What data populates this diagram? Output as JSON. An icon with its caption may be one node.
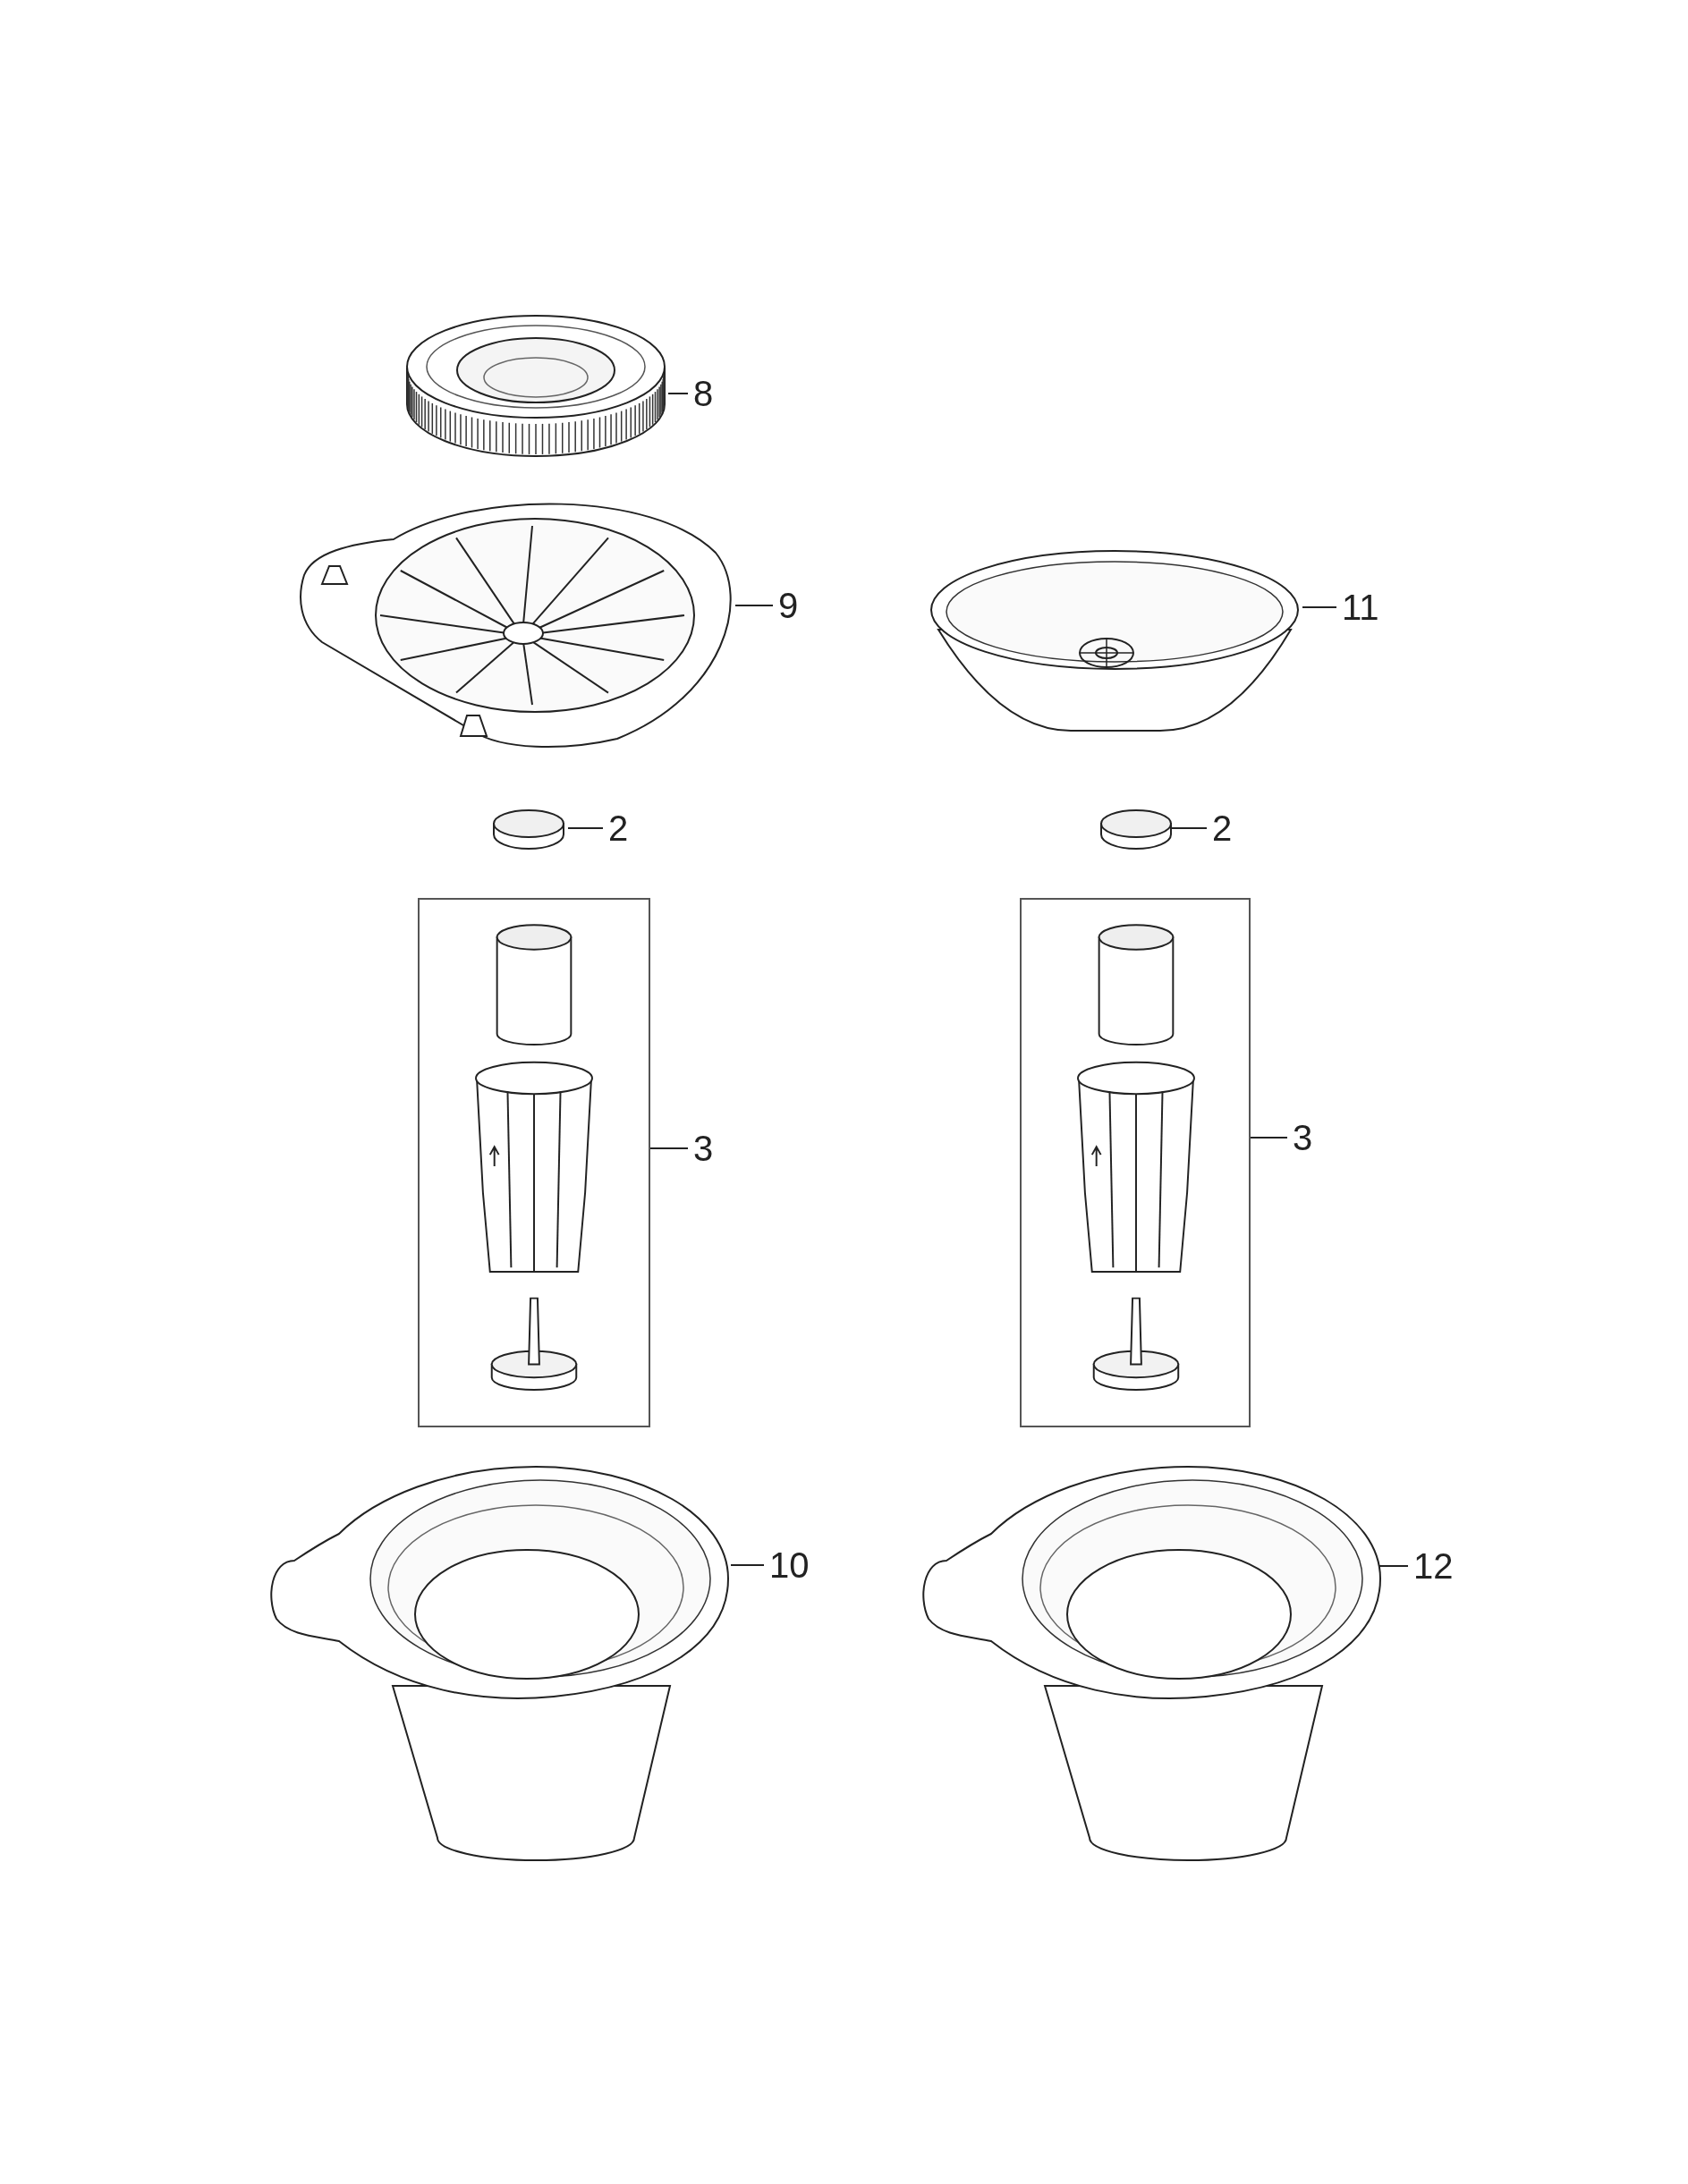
{
  "diagram": {
    "nodes": [
      {
        "text": [],
        "shape": "picture"
      },
      {
        "text": [
          "8"
        ]
      },
      {
        "text": [],
        "shape": "picture"
      },
      {
        "text": [
          "9"
        ]
      },
      {
        "text": [],
        "shape": "picture"
      },
      {
        "text": [
          "11"
        ]
      },
      {
        "text": [],
        "shape": "cylinder"
      },
      {
        "text": [
          "2"
        ]
      },
      {
        "text": [],
        "shape": "cylinder"
      },
      {
        "text": [
          "2"
        ]
      },
      {
        "text": [],
        "shape": "box"
      },
      {
        "text": [
          "3"
        ]
      },
      {
        "text": [],
        "shape": "box"
      },
      {
        "text": [
          "3"
        ]
      },
      {
        "text": [],
        "shape": "picture"
      },
      {
        "text": [
          "10"
        ]
      },
      {
        "text": [],
        "shape": "picture"
      },
      {
        "text": [
          "12"
        ]
      }
    ],
    "edges": [
      {
        "from": 1,
        "to": 0,
        "arrow": "none"
      },
      {
        "from": 3,
        "to": 2,
        "arrow": "none"
      },
      {
        "from": 5,
        "to": 4,
        "arrow": "none"
      },
      {
        "from": 7,
        "to": 6,
        "arrow": "none"
      },
      {
        "from": 9,
        "to": 8,
        "arrow": "none"
      },
      {
        "from": 11,
        "to": 10,
        "arrow": "none"
      },
      {
        "from": 13,
        "to": 12,
        "arrow": "none"
      },
      {
        "from": 15,
        "to": 14,
        "arrow": "none"
      },
      {
        "from": 17,
        "to": 16,
        "arrow": "none"
      }
    ]
  }
}
